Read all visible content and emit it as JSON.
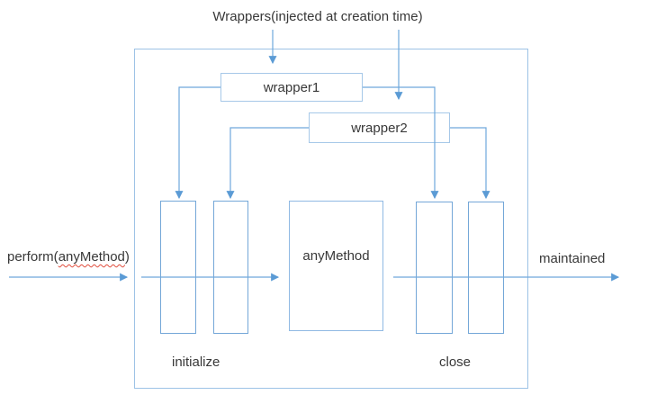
{
  "labels": {
    "top": "Wrappers(injected at creation time)",
    "wrapper1": "wrapper1",
    "wrapper2": "wrapper2",
    "any_method": "anyMethod",
    "perform_prefix": "perform(",
    "perform_arg": "anyMethod",
    "perform_suffix": ")",
    "maintained": "maintained",
    "initialize": "initialize",
    "close": "close"
  },
  "colors": {
    "connector_line": "#6fa8dc",
    "arrowhead": "#5b9bd5",
    "tall_box_border": "#74a7d8",
    "outer_box_border": "#9dc3e6",
    "wrapper_box_border": "#a6c8e8",
    "text": "#383838",
    "spellcheck_underline": "#e04c3c"
  }
}
